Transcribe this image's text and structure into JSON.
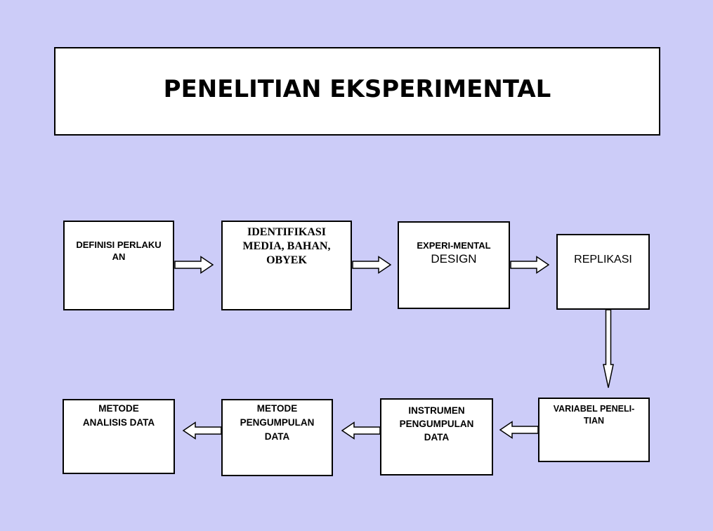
{
  "slide": {
    "title": "PENELITIAN EKSPERIMENTAL",
    "colors": {
      "background": "#ccccf8",
      "box_fill": "#ffffff",
      "border": "#000000",
      "text": "#000000"
    }
  },
  "boxes": [
    {
      "name": "definisi-perlakuan",
      "lines": [
        "DEFINISI PERLAKU",
        "AN"
      ]
    },
    {
      "name": "identifikasi-media-bahan-obyek",
      "lines": [
        "IDENTIFIKASI",
        "MEDIA, BAHAN,",
        "OBYEK"
      ]
    },
    {
      "name": "experimental-design",
      "lines": [
        "EXPERI-MENTAL",
        "DESIGN"
      ]
    },
    {
      "name": "replikasi",
      "lines": [
        "REPLIKASI"
      ]
    },
    {
      "name": "variabel-penelitian",
      "lines": [
        "VARIABEL PENELI-",
        "TIAN"
      ]
    },
    {
      "name": "instrumen-pengumpulan-data",
      "lines": [
        "INSTRUMEN",
        "PENGUMPULAN",
        "DATA"
      ]
    },
    {
      "name": "metode-pengumpulan-data",
      "lines": [
        "METODE",
        "PENGUMPULAN",
        "DATA"
      ]
    },
    {
      "name": "metode-analisis-data",
      "lines": [
        "METODE",
        "ANALISIS DATA"
      ]
    }
  ],
  "arrows": [
    {
      "name": "arrow-definisi-to-identifikasi",
      "direction": "right"
    },
    {
      "name": "arrow-identifikasi-to-experimental",
      "direction": "right"
    },
    {
      "name": "arrow-experimental-to-replikasi",
      "direction": "right"
    },
    {
      "name": "arrow-replikasi-to-variabel",
      "direction": "down"
    },
    {
      "name": "arrow-variabel-to-instrumen",
      "direction": "left"
    },
    {
      "name": "arrow-instrumen-to-metode-pengumpulan",
      "direction": "left"
    },
    {
      "name": "arrow-metode-pengumpulan-to-metode-analisis",
      "direction": "left"
    }
  ]
}
